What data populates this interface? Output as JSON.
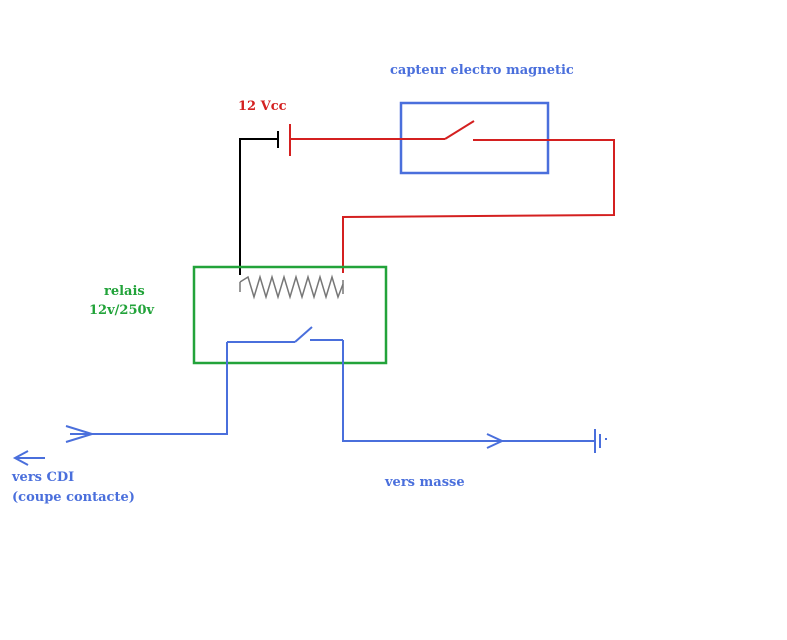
{
  "labels": {
    "sensor": "capteur electro magnetic",
    "supply": "12 Vcc",
    "relay_name": "relais",
    "relay_rating": "12v/250v",
    "cdi_line1": "vers CDI",
    "cdi_line2": "(coupe contacte)",
    "ground": "vers masse"
  },
  "colors": {
    "blue": "#4a6fdc",
    "red": "#d42020",
    "green": "#22a33a",
    "black": "#000000",
    "gray": "#777777",
    "background": "#ffffff"
  }
}
